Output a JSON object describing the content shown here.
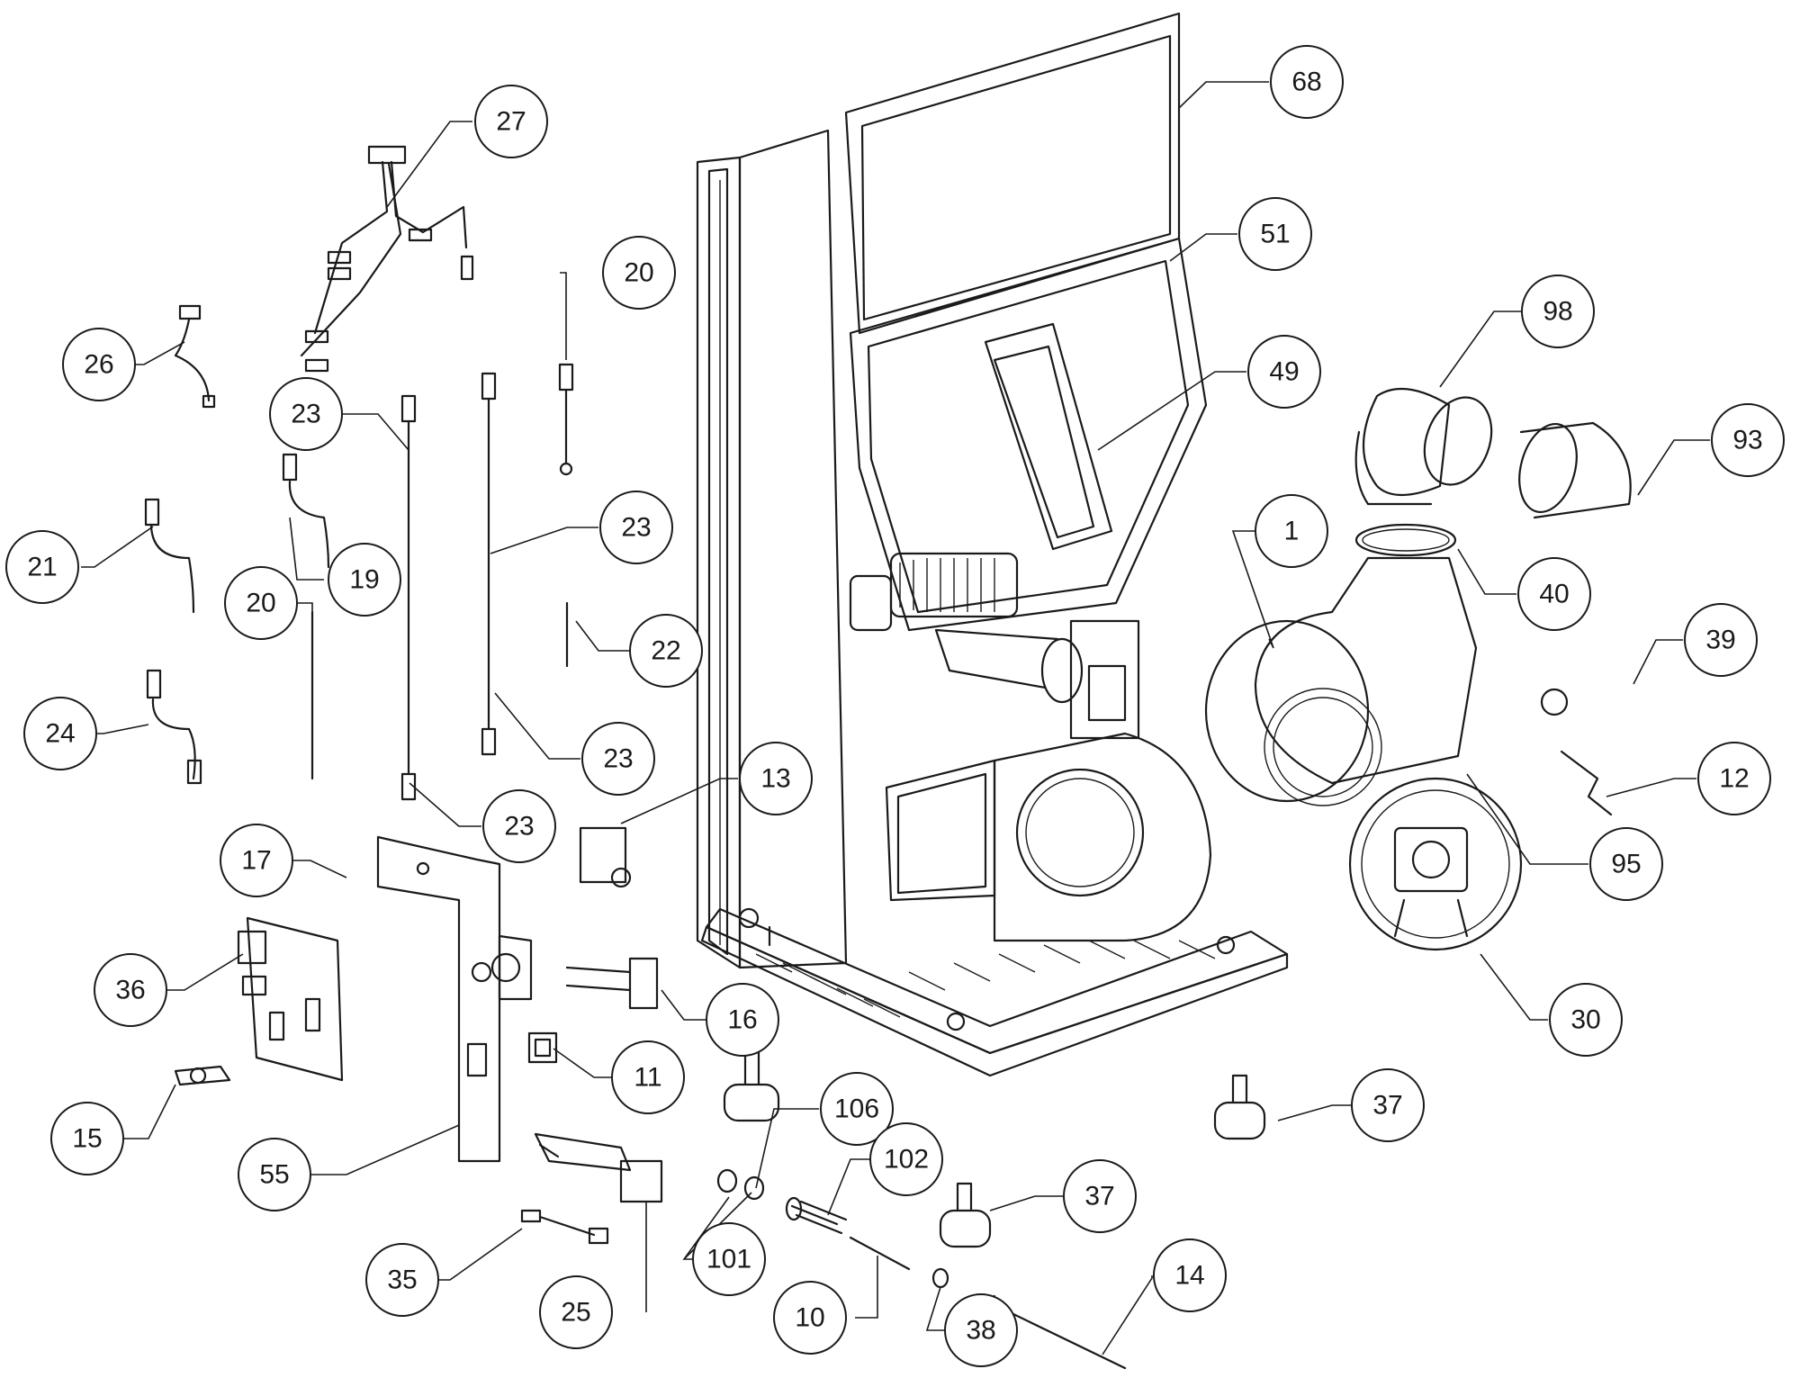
{
  "diagram": {
    "callouts": [
      {
        "id": "c68",
        "label": "68"
      },
      {
        "id": "c27",
        "label": "27"
      },
      {
        "id": "c51",
        "label": "51"
      },
      {
        "id": "c20a",
        "label": "20"
      },
      {
        "id": "c98",
        "label": "98"
      },
      {
        "id": "c26",
        "label": "26"
      },
      {
        "id": "c49",
        "label": "49"
      },
      {
        "id": "c23a",
        "label": "23"
      },
      {
        "id": "c93",
        "label": "93"
      },
      {
        "id": "c23b",
        "label": "23"
      },
      {
        "id": "c1",
        "label": "1"
      },
      {
        "id": "c21",
        "label": "21"
      },
      {
        "id": "c19",
        "label": "19"
      },
      {
        "id": "c40",
        "label": "40"
      },
      {
        "id": "c20b",
        "label": "20"
      },
      {
        "id": "c39",
        "label": "39"
      },
      {
        "id": "c22",
        "label": "22"
      },
      {
        "id": "c24",
        "label": "24"
      },
      {
        "id": "c23c",
        "label": "23"
      },
      {
        "id": "c13",
        "label": "13"
      },
      {
        "id": "c12",
        "label": "12"
      },
      {
        "id": "c23d",
        "label": "23"
      },
      {
        "id": "c17",
        "label": "17"
      },
      {
        "id": "c95",
        "label": "95"
      },
      {
        "id": "c36",
        "label": "36"
      },
      {
        "id": "c16",
        "label": "16"
      },
      {
        "id": "c30",
        "label": "30"
      },
      {
        "id": "c11",
        "label": "11"
      },
      {
        "id": "c37a",
        "label": "37"
      },
      {
        "id": "c106",
        "label": "106"
      },
      {
        "id": "c15",
        "label": "15"
      },
      {
        "id": "c102",
        "label": "102"
      },
      {
        "id": "c55",
        "label": "55"
      },
      {
        "id": "c37b",
        "label": "37"
      },
      {
        "id": "c101",
        "label": "101"
      },
      {
        "id": "c14",
        "label": "14"
      },
      {
        "id": "c35",
        "label": "35"
      },
      {
        "id": "c25",
        "label": "25"
      },
      {
        "id": "c10",
        "label": "10"
      },
      {
        "id": "c38",
        "label": "38"
      }
    ]
  }
}
